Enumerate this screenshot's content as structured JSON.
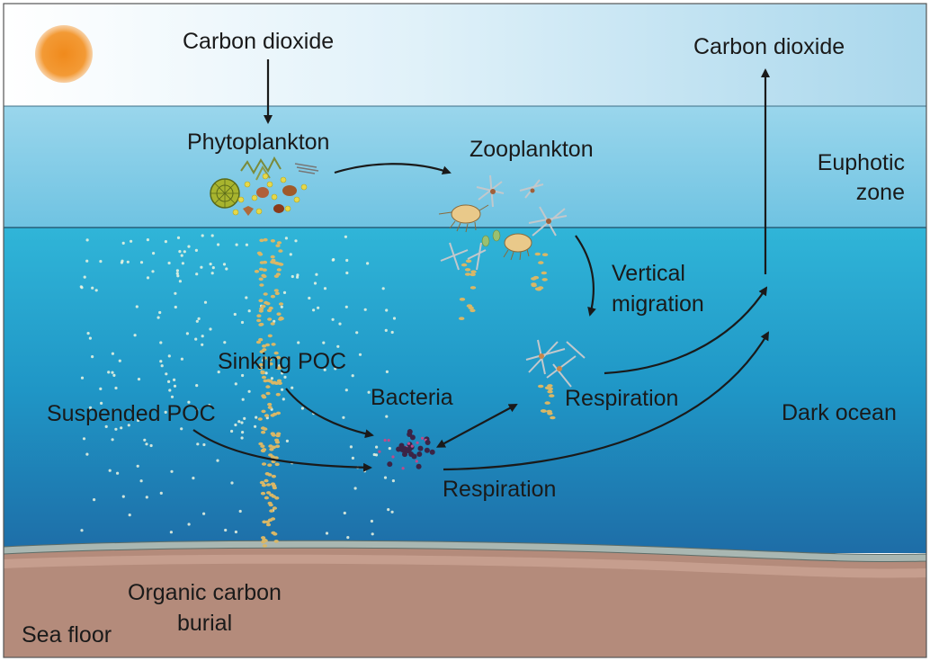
{
  "labels": {
    "co2_in": "Carbon dioxide",
    "co2_out": "Carbon dioxide",
    "phytoplankton": "Phytoplankton",
    "zooplankton": "Zooplankton",
    "euphotic_line1": "Euphotic",
    "euphotic_line2": "zone",
    "vertical_line1": "Vertical",
    "vertical_line2": "migration",
    "sinking_poc": "Sinking POC",
    "bacteria": "Bacteria",
    "respiration_zoo": "Respiration",
    "suspended_poc": "Suspended POC",
    "dark_ocean": "Dark ocean",
    "respiration_bact": "Respiration",
    "burial_line1": "Organic carbon",
    "burial_line2": "burial",
    "sea_floor": "Sea floor"
  },
  "colors": {
    "sky_left": "#ffffff",
    "sky_right": "#a9d7ec",
    "euphotic": "#8acde6",
    "ocean_top": "#2fb3d6",
    "ocean_bottom": "#1f6fa8",
    "sediment": "#b48b7b",
    "sun": "#f08a1c",
    "arrow": "#1a1a1a",
    "poc": "#d9b766",
    "bacteria": "#3b2446"
  }
}
